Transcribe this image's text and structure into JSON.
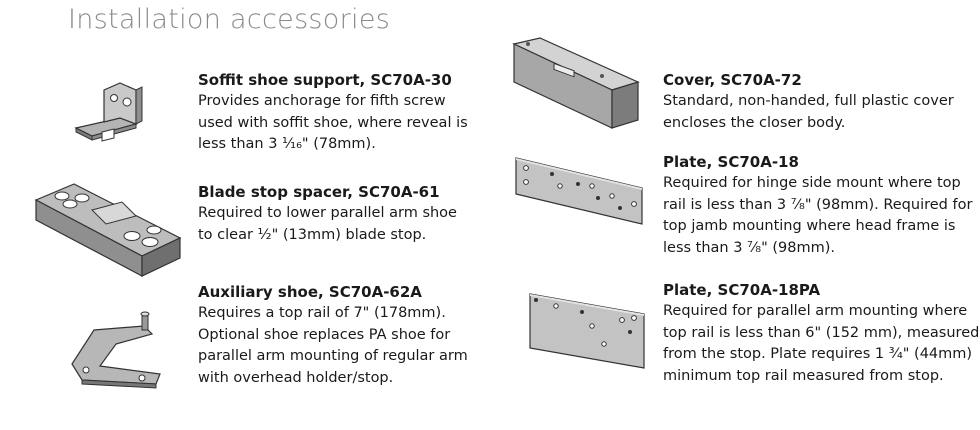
{
  "page": {
    "title": "Installation accessories"
  },
  "items": [
    {
      "id": "sc70a-30",
      "heading": "Soffit shoe support, SC70A-30",
      "lines": [
        "Provides anchorage for fifth screw",
        "used with soffit shoe, where reveal is",
        "less than 3 ¹⁄₁₆\" (78mm)."
      ]
    },
    {
      "id": "sc70a-61",
      "heading": "Blade stop spacer, SC70A-61",
      "lines": [
        "Required to lower parallel arm shoe",
        "to clear ¹⁄₂\" (13mm) blade stop."
      ]
    },
    {
      "id": "sc70a-62a",
      "heading": "Auxiliary shoe, SC70A-62A",
      "lines": [
        "Requires a top rail of 7\" (178mm).",
        "Optional shoe replaces PA shoe for",
        "parallel arm mounting of regular arm",
        "with overhead holder/stop."
      ]
    },
    {
      "id": "sc70a-72",
      "heading": "Cover, SC70A-72",
      "lines": [
        "Standard, non-handed, full plastic cover",
        "encloses the closer body."
      ]
    },
    {
      "id": "sc70a-18",
      "heading": "Plate, SC70A-18",
      "lines": [
        "Required for hinge side mount where top",
        "rail is less than 3 ⁷⁄₈\" (98mm). Required for",
        "top jamb mounting where head frame is",
        "less than 3 ⁷⁄₈\" (98mm)."
      ]
    },
    {
      "id": "sc70a-18pa",
      "heading": "Plate, SC70A-18PA",
      "lines": [
        "Required for parallel arm mounting where",
        "top rail is less than 6\" (152 mm), measured",
        "from the stop. Plate requires 1 ³⁄₄\" (44mm)",
        "minimum top rail measured from stop."
      ]
    }
  ],
  "icons": {
    "sc70a-30": "bracket-icon",
    "sc70a-61": "spacer-block-icon",
    "sc70a-62a": "auxiliary-shoe-icon",
    "sc70a-72": "closer-cover-icon",
    "sc70a-18": "mounting-plate-icon",
    "sc70a-18pa": "mounting-plate-icon"
  }
}
